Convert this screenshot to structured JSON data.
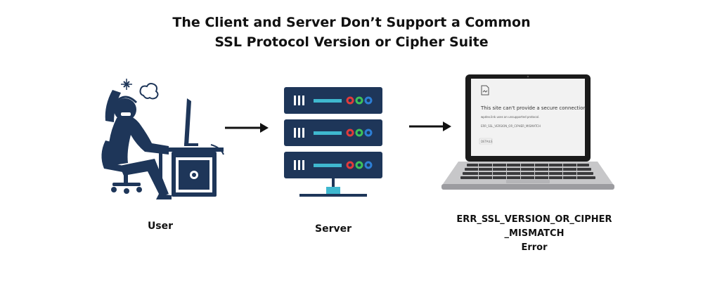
{
  "title": {
    "line1": "The Client and Server Don’t Support a Common",
    "line2": "SSL Protocol Version or Cipher Suite"
  },
  "nodes": {
    "user": {
      "label": "User"
    },
    "server": {
      "label": "Server"
    },
    "error": {
      "label_line1": "ERR_SSL_VERSION_OR_CIPHER",
      "label_line2": "_MISMATCH",
      "label_line3": "Error"
    }
  },
  "laptop_screen": {
    "heading": "This site can't provide a secure connection",
    "subtext": "wpdev.link uses an unsupported protocol.",
    "code": "ERR_SSL_VERSION_OR_CIPHER_MISMATCH",
    "details": "DETAILS"
  },
  "colors": {
    "navy": "#1e3659",
    "teal": "#3fb8cf",
    "red": "#e23b3b",
    "green": "#3ec25a",
    "blue": "#2d7fd6"
  },
  "icons": [
    "frustrated-user-icon",
    "server-rack-icon",
    "laptop-icon",
    "arrow-right-icon"
  ]
}
